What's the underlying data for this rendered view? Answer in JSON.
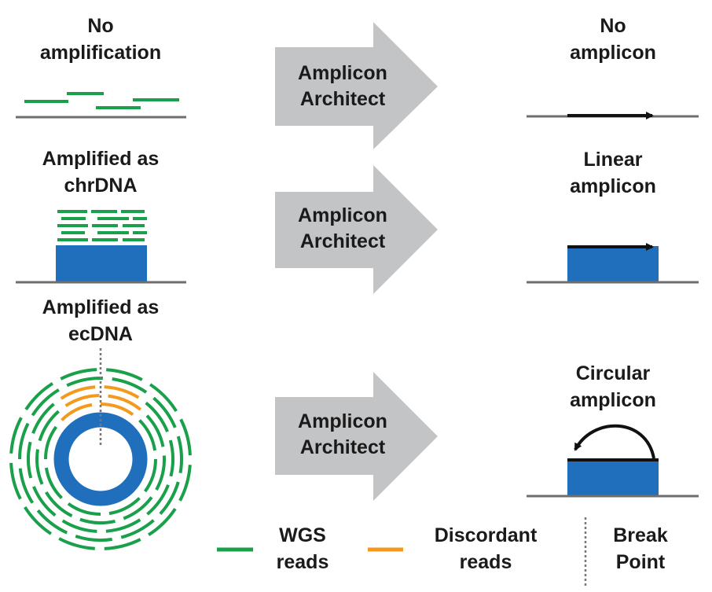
{
  "rows": [
    {
      "left_label": "No\namplification",
      "arrow_label": "Amplicon\nArchitect",
      "right_label": "No\namplicon"
    },
    {
      "left_label": "Amplified as\nchrDNA",
      "arrow_label": "Amplicon\nArchitect",
      "right_label": "Linear\namplicon"
    },
    {
      "left_label": "Amplified as\necDNA",
      "arrow_label": "Amplicon\nArchitect",
      "right_label": "Circular\namplicon"
    }
  ],
  "legend": {
    "wgs_reads": "WGS\nreads",
    "discordant_reads": "Discordant\nreads",
    "break_point": "Break\nPoint"
  },
  "colors": {
    "wgs_read": "#1aa04b",
    "discordant_read": "#f39a1e",
    "amplified_block": "#1f6fbd",
    "baseline": "#6e6e6e",
    "arrow_fill": "#c3c4c6",
    "arrow_line": "#111111"
  }
}
